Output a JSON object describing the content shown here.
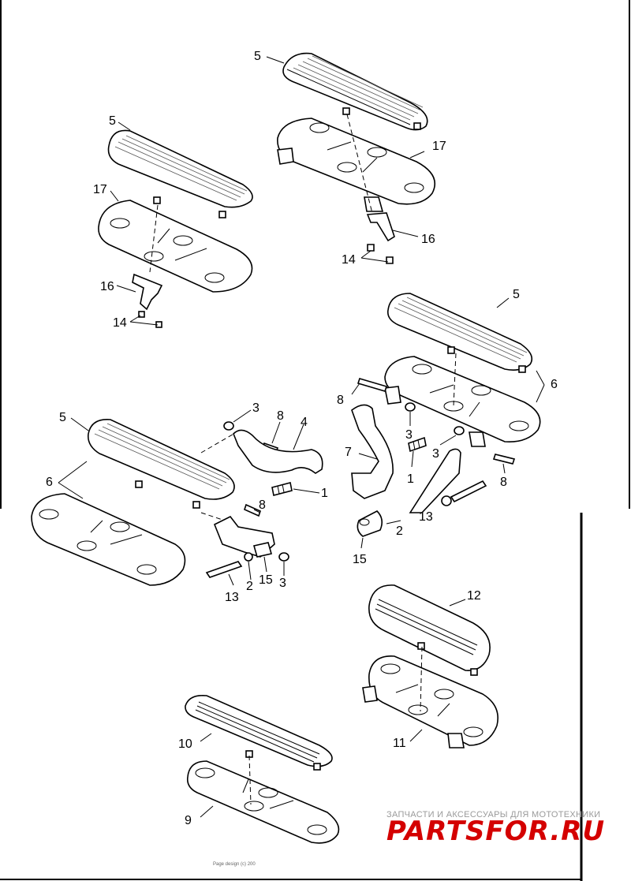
{
  "labels": {
    "l5a": "5",
    "l17a": "17",
    "l16a": "16",
    "l14a": "14",
    "l5b": "5",
    "l17b": "17",
    "l16b": "16",
    "l14b": "14",
    "l5c": "5",
    "l6c": "6",
    "l8c": "8",
    "l3c": "3",
    "l7c": "7",
    "l1c": "1",
    "l3d": "3",
    "l8d": "8",
    "l13c": "13",
    "l2c": "2",
    "l15c": "15",
    "l5e": "5",
    "l6e": "6",
    "l3e": "3",
    "l8e": "8",
    "l4e": "4",
    "l1e": "1",
    "l8f": "8",
    "l13f": "13",
    "l2f": "2",
    "l15f": "15",
    "l3f": "3",
    "l12": "12",
    "l11": "11",
    "l10": "10",
    "l9": "9"
  },
  "watermark": {
    "tagline": "ЗАПЧАСТИ И АКСЕССУАРЫ ДЛЯ МОТОТЕХНИКИ",
    "logo": "PARTSFOR.RU"
  },
  "footer": {
    "text": "Page design (c) 200"
  },
  "colors": {
    "ink": "#000000",
    "watermark_red": "#d40000",
    "watermark_gray": "#9a9a9a"
  }
}
